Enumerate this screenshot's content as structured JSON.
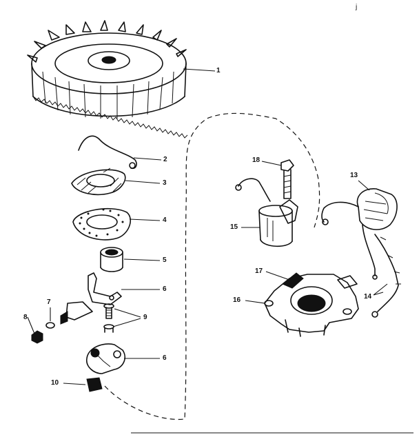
{
  "corner_mark": "j",
  "callouts": [
    {
      "id": "p1",
      "label": "1"
    },
    {
      "id": "p2",
      "label": "2"
    },
    {
      "id": "p3",
      "label": "3"
    },
    {
      "id": "p4",
      "label": "4"
    },
    {
      "id": "p5",
      "label": "5"
    },
    {
      "id": "p6a",
      "label": "6"
    },
    {
      "id": "p6b",
      "label": "6"
    },
    {
      "id": "p7",
      "label": "7"
    },
    {
      "id": "p8",
      "label": "8"
    },
    {
      "id": "p9",
      "label": "9"
    },
    {
      "id": "p10",
      "label": "10"
    },
    {
      "id": "p13",
      "label": "13"
    },
    {
      "id": "p14",
      "label": "14"
    },
    {
      "id": "p15",
      "label": "15"
    },
    {
      "id": "p16",
      "label": "16"
    },
    {
      "id": "p17",
      "label": "17"
    },
    {
      "id": "p18",
      "label": "18"
    }
  ]
}
